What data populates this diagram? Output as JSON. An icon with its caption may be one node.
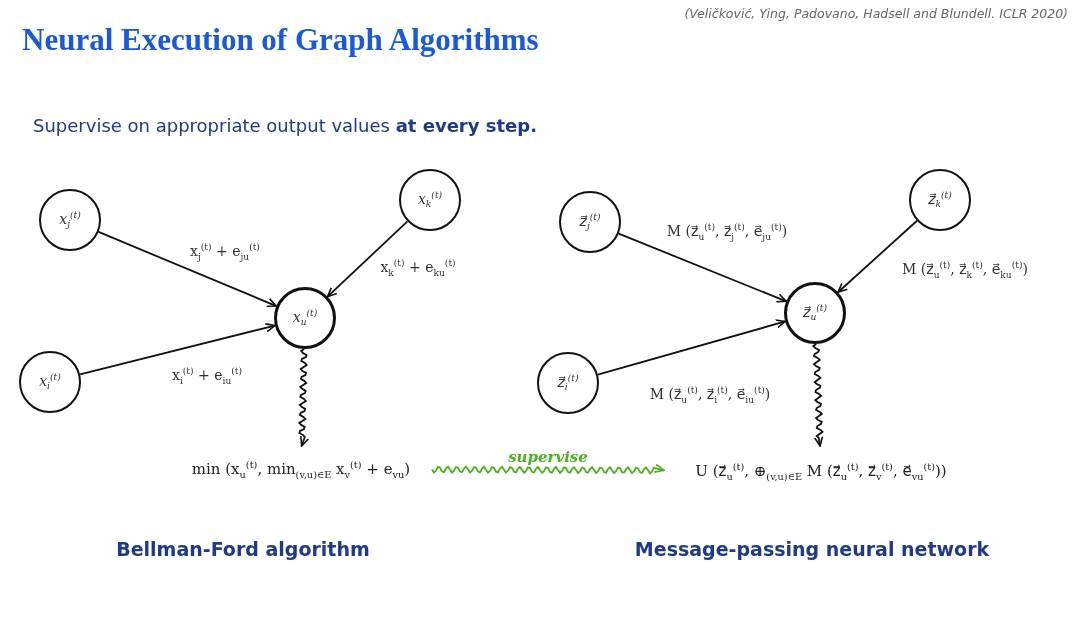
{
  "diagram": {
    "title": "Neural Execution of Graph Algorithms",
    "nodes": [
      {
        "text": [
          "x$_{j}$$^{(t)}$"
        ]
      },
      {
        "text": [
          "x$_{k}$$^{(t)}$"
        ]
      },
      {
        "text": [
          "x$_{u}$$^{(t)}$"
        ]
      },
      {
        "text": [
          "x$_{i}$$^{(t)}$"
        ]
      },
      {
        "text": [
          "min (x$_{u}$$^{(t)}$, min$_{(v,u)∈E}$ x$_{v}$$^{(t)}$ + e$_{vu}$)"
        ]
      },
      {
        "text": [
          "z⃗$_{j}$$^{(t)}$"
        ]
      },
      {
        "text": [
          "z⃗$_{k}$$^{(t)}$"
        ]
      },
      {
        "text": [
          "z⃗$_{u}$$^{(t)}$"
        ]
      },
      {
        "text": [
          "z⃗$_{i}$$^{(t)}$"
        ]
      },
      {
        "text": [
          "U (z⃗$_{u}$$^{(t)}$, ⊕$_{(v,u)∈E}$ M (z⃗$_{u}$$^{(t)}$, z⃗$_{v}$$^{(t)}$, e⃗$_{vu}$$^{(t)}$))"
        ]
      }
    ],
    "edges": [
      {
        "from": 0,
        "to": 2,
        "arrow": "to",
        "label": "x$_{j}$$^{(t)}$ + e$_{ju}$$^{(t)}$"
      },
      {
        "from": 1,
        "to": 2,
        "arrow": "to",
        "label": "x$_{k}$$^{(t)}$ + e$_{ku}$$^{(t)}$"
      },
      {
        "from": 3,
        "to": 2,
        "arrow": "to",
        "label": "x$_{i}$$^{(t)}$ + e$_{iu}$$^{(t)}$"
      },
      {
        "from": 2,
        "to": 4,
        "arrow": "to"
      },
      {
        "from": 4,
        "to": 9,
        "arrow": "to",
        "label": "supervise",
        "color": "#4caf1f"
      },
      {
        "from": 5,
        "to": 7,
        "arrow": "to",
        "label": "M (z⃗$_{u}$$^{(t)}$, z⃗$_{j}$$^{(t)}$, e⃗$_{ju}$$^{(t)}$)"
      },
      {
        "from": 6,
        "to": 7,
        "arrow": "to",
        "label": "M (z⃗$_{u}$$^{(t)}$, z⃗$_{k}$$^{(t)}$, e⃗$_{ku}$$^{(t)}$)"
      },
      {
        "from": 8,
        "to": 7,
        "arrow": "to",
        "label": "M (z⃗$_{u}$$^{(t)}$, z⃗$_{i}$$^{(t)}$, e⃗$_{iu}$$^{(t)}$)"
      },
      {
        "from": 7,
        "to": 9,
        "arrow": "to"
      }
    ],
    "labels": [
      "(Veličković, Ying, Padovano, Hadsell and Blundell. ICLR 2020)",
      "Supervise on appropriate output values **at every step.**",
      "Bellman-Ford algorithm",
      "Message-passing neural network"
    ]
  }
}
